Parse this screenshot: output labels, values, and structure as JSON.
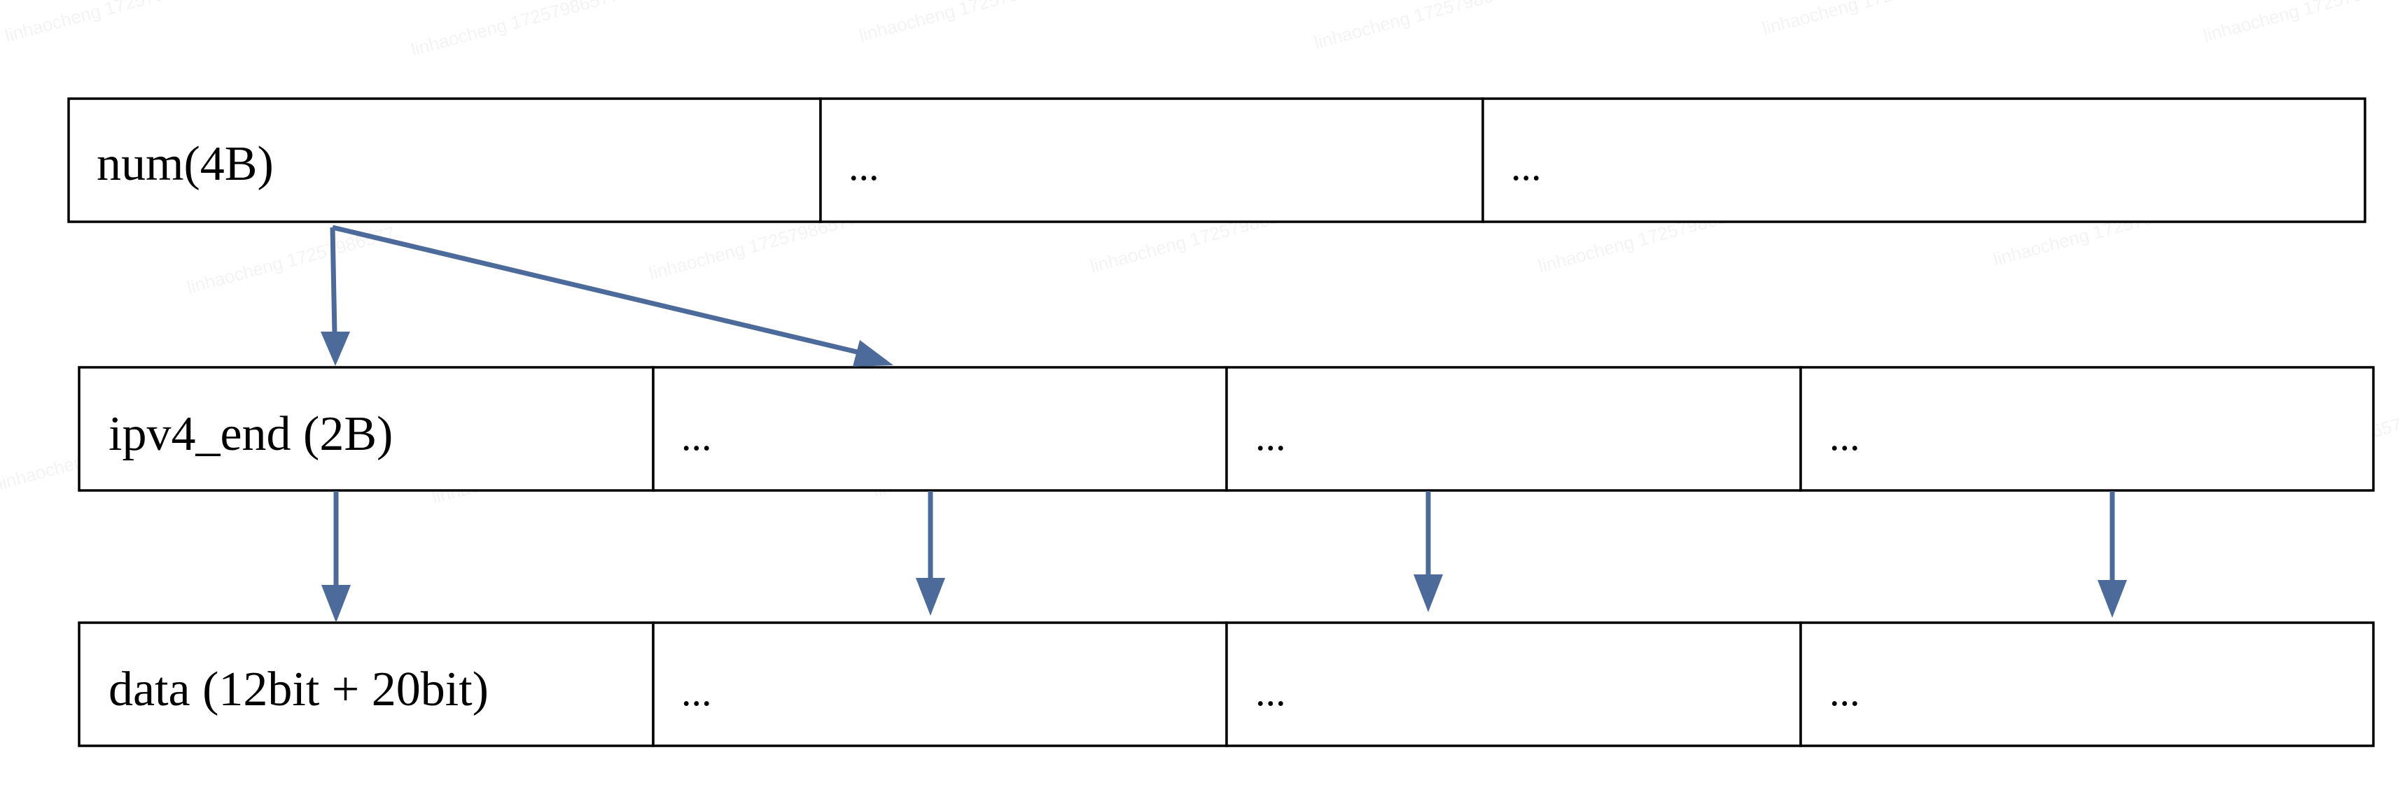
{
  "rows": [
    {
      "id": "row-num",
      "cells": [
        "num(4B)",
        "...",
        "..."
      ]
    },
    {
      "id": "row-ipv4-end",
      "cells": [
        "ipv4_end (2B)",
        "...",
        "...",
        "..."
      ]
    },
    {
      "id": "row-data",
      "cells": [
        "data (12bit + 20bit)",
        "...",
        "...",
        "..."
      ]
    }
  ],
  "watermark_text": "linhaocheng 17257986577",
  "colors": {
    "arrow": "#4c6a9a",
    "border": "#000000",
    "text": "#000000",
    "background": "#ffffff"
  }
}
